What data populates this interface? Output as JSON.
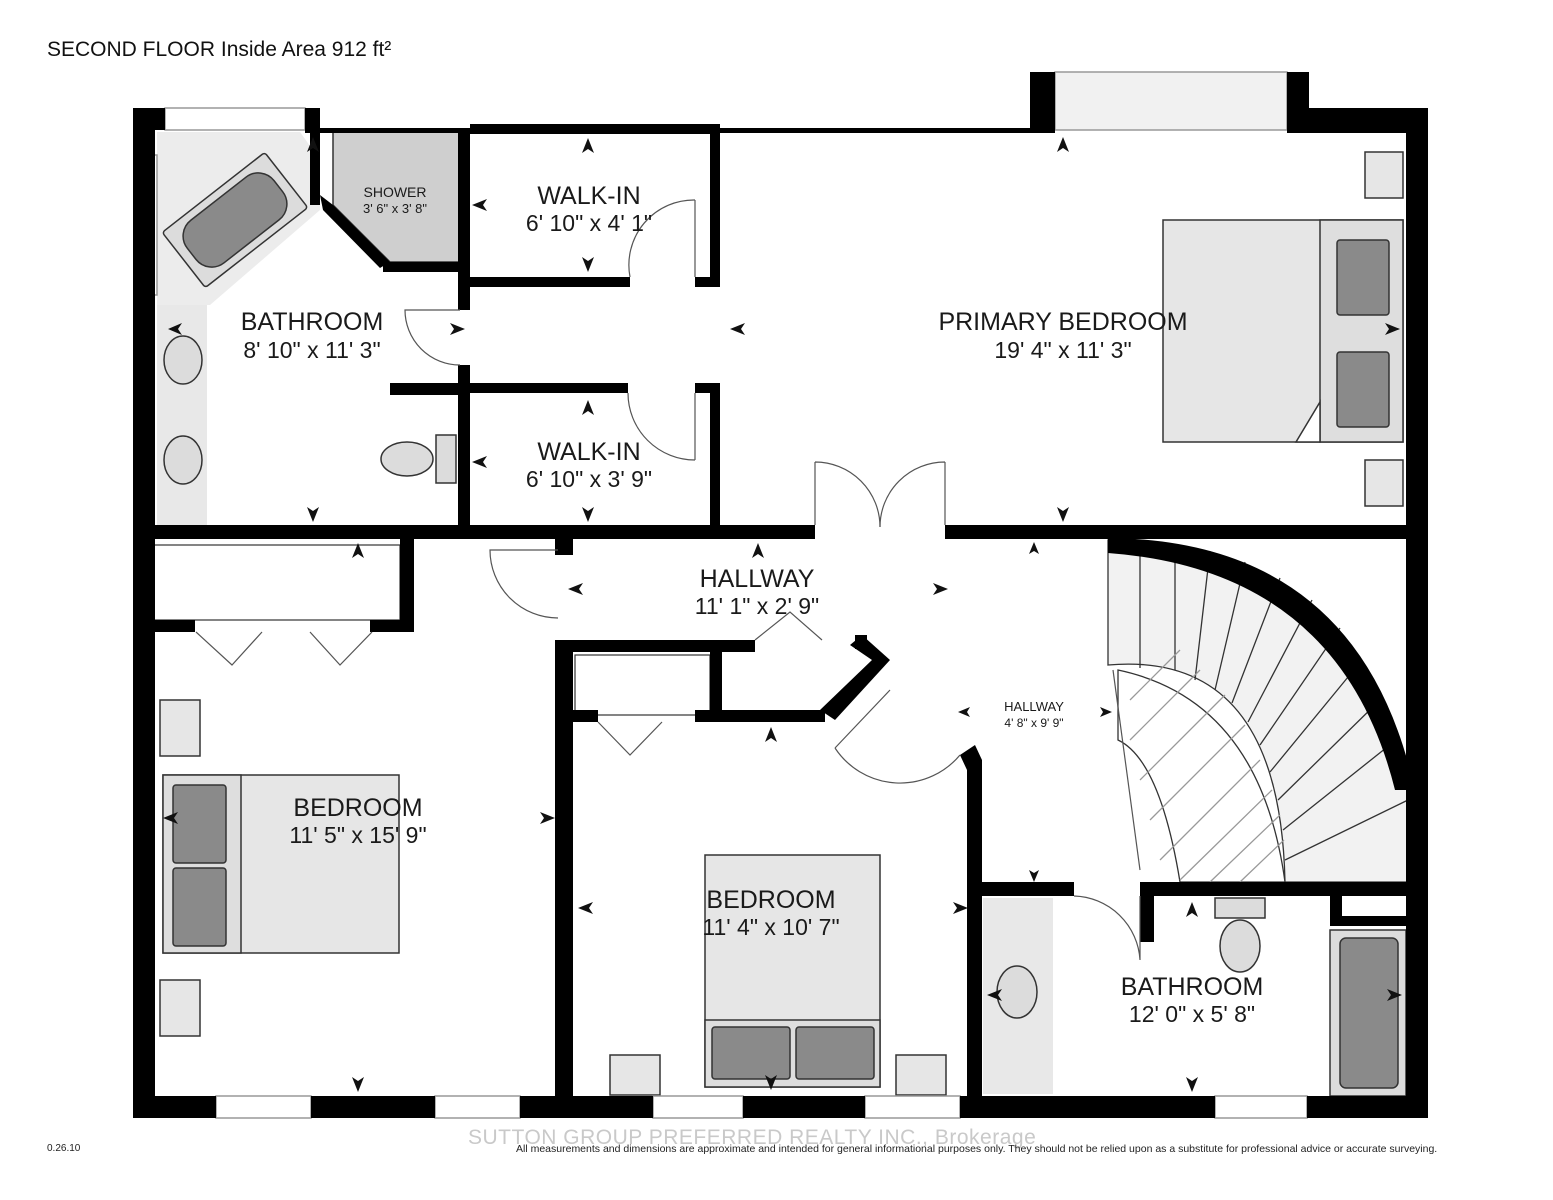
{
  "header": {
    "title": "SECOND FLOOR Inside Area 912 ft²"
  },
  "rooms": [
    {
      "name": "BATHROOM",
      "dims": "8' 10\" x 11' 3\""
    },
    {
      "name": "SHOWER",
      "dims": "3' 6\" x 3' 8\""
    },
    {
      "name": "WALK-IN",
      "dims": "6' 10\" x 4' 1\""
    },
    {
      "name": "WALK-IN",
      "dims": "6' 10\" x 3' 9\""
    },
    {
      "name": "PRIMARY BEDROOM",
      "dims": "19' 4\" x 11' 3\""
    },
    {
      "name": "HALLWAY",
      "dims": "11' 1\" x 2' 9\""
    },
    {
      "name": "HALLWAY",
      "dims": "4' 8\" x 9' 9\""
    },
    {
      "name": "BEDROOM",
      "dims": "11' 5\" x 15' 9\""
    },
    {
      "name": "BEDROOM",
      "dims": "11' 4\" x 10' 7\""
    },
    {
      "name": "BATHROOM",
      "dims": "12' 0\" x 5' 8\""
    }
  ],
  "footer": {
    "version": "0.26.10",
    "brokerage": "SUTTON GROUP PREFERRED REALTY INC., Brokerage",
    "disclaimer": "All measurements and dimensions are approximate and intended for general informational purposes only. They should not be relied upon as a substitute for professional advice or accurate surveying."
  }
}
